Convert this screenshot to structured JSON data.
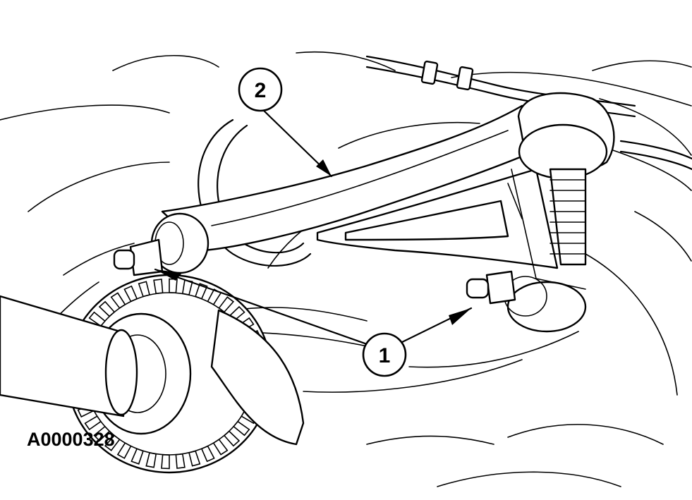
{
  "figure": {
    "id_label": "A0000328",
    "callouts": [
      {
        "number": "1"
      },
      {
        "number": "2"
      }
    ]
  },
  "colors": {
    "line": "#000000",
    "background": "#ffffff"
  }
}
